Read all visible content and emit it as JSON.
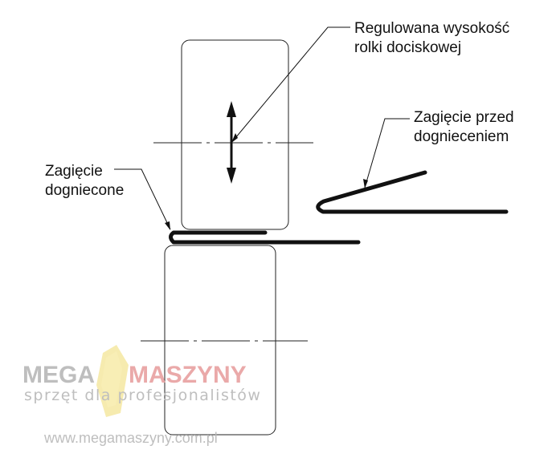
{
  "diagram": {
    "label_adjustable_height": {
      "line1": "Regulowana wysokość",
      "line2": "rolki dociskowej"
    },
    "label_before_bending": {
      "line1": "Zagięcie przed",
      "line2": "dognieceniem"
    },
    "label_bent": {
      "line1": "Zagięcie",
      "line2": "dogniecone"
    }
  },
  "watermark": {
    "brand_left": "MEGA",
    "brand_right": "MASZYNY",
    "tagline": "sprzęt dla profesjonalistów",
    "url": "www.megamaszyny.com.pl",
    "colors": {
      "grey": "#b8b8b8",
      "red": "#e8a0a0",
      "gold": "#f3e18a"
    }
  }
}
